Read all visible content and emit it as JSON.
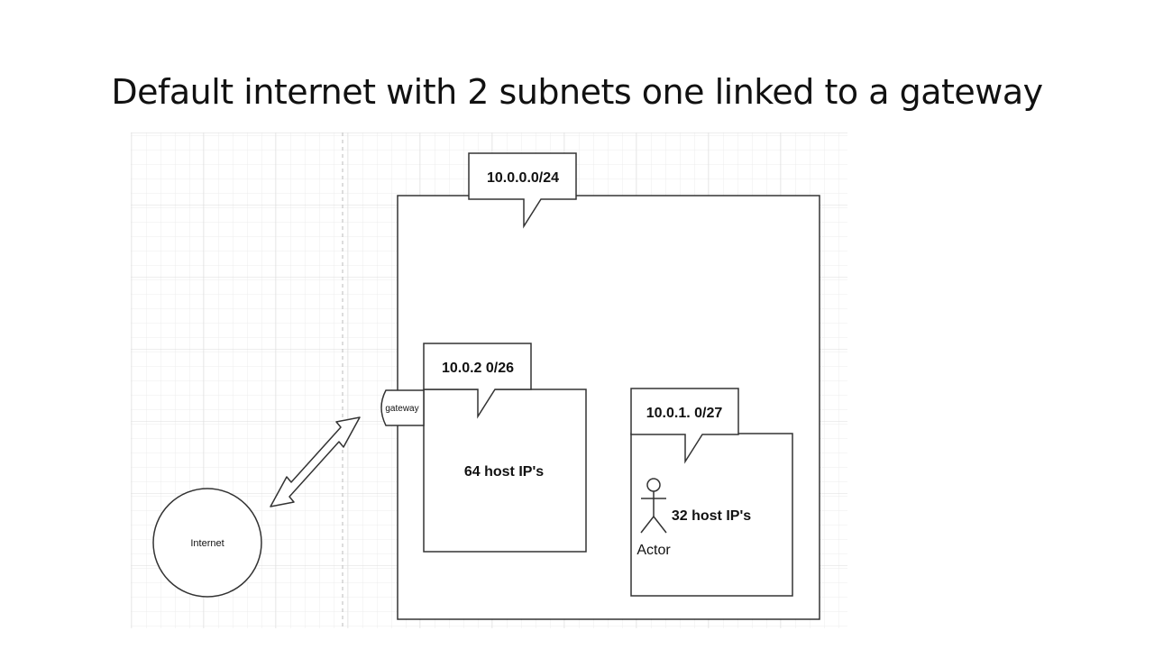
{
  "slide": {
    "title": "Default internet with 2 subnets one linked to a gateway"
  },
  "diagram": {
    "outer_subnet": {
      "cidr": "10.0.0.0/24"
    },
    "subnet_a": {
      "cidr": "10.0.2 0/26",
      "hosts": "64 host IP's"
    },
    "subnet_b": {
      "cidr": "10.0.1. 0/27",
      "hosts": "32 host IP's",
      "actor": "Actor"
    },
    "gateway": "gateway",
    "internet": "Internet",
    "colors": {
      "stroke": "#333333",
      "grid_minor": "#ececec",
      "grid_major": "#dddddd"
    }
  }
}
